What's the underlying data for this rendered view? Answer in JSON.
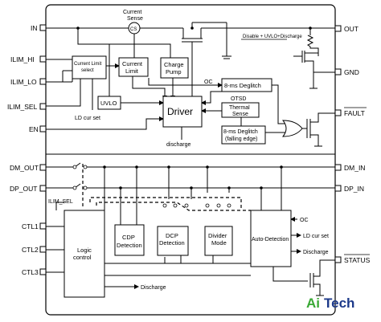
{
  "pins_left": {
    "in": "IN",
    "ilim_hi": "ILIM_HI",
    "ilim_lo": "ILIM_LO",
    "ilim_sel": "ILIM_SEL",
    "en": "EN",
    "dm_out": "DM_OUT",
    "dp_out": "DP_OUT",
    "ctl1": "CTL1",
    "ctl2": "CTL2",
    "ctl3": "CTL3"
  },
  "pins_right": {
    "out": "OUT",
    "gnd": "GND",
    "fault": "FAULT",
    "dm_in": "DM_IN",
    "dp_in": "DP_IN",
    "status": "STATUS"
  },
  "blocks": {
    "current_sense_1": "Current",
    "current_sense_2": "Sense",
    "cs": "CS",
    "climit_sel_1": "Current Limit",
    "climit_sel_2": "select",
    "climit_1": "Current",
    "climit_2": "Limit",
    "charge_pump_1": "Charge",
    "charge_pump_2": "Pump",
    "uvlo": "UVLO",
    "driver": "Driver",
    "deglitch_1": "8-ms Deglitch",
    "thermal_1": "Thermal",
    "thermal_2": "Sense",
    "deglitch_fall_1": "8-ms Deglitch",
    "deglitch_fall_2": "(falling edge)",
    "logic_1": "Logic",
    "logic_2": "control",
    "cdp_1": "CDP",
    "cdp_2": "Detection",
    "dcp_1": "DCP",
    "dcp_2": "Detection",
    "divider_1": "Divider",
    "divider_2": "Mode",
    "auto_det": "Auto-Detection"
  },
  "signals": {
    "disable": "Disable + UVLO+Discharge",
    "oc": "OC",
    "otsd": "OTSD",
    "ld_cur_set": "LD cur set",
    "discharge": "discharge",
    "ilim_sel_inner": "ILIM_SEL",
    "oc_right": "OC",
    "ld_cur_set_right": "LD cur set",
    "discharge_right": "Discharge",
    "discharge_bottom": "Discharge"
  },
  "watermark": {
    "ai": "Ai",
    "tech": "Tech"
  }
}
